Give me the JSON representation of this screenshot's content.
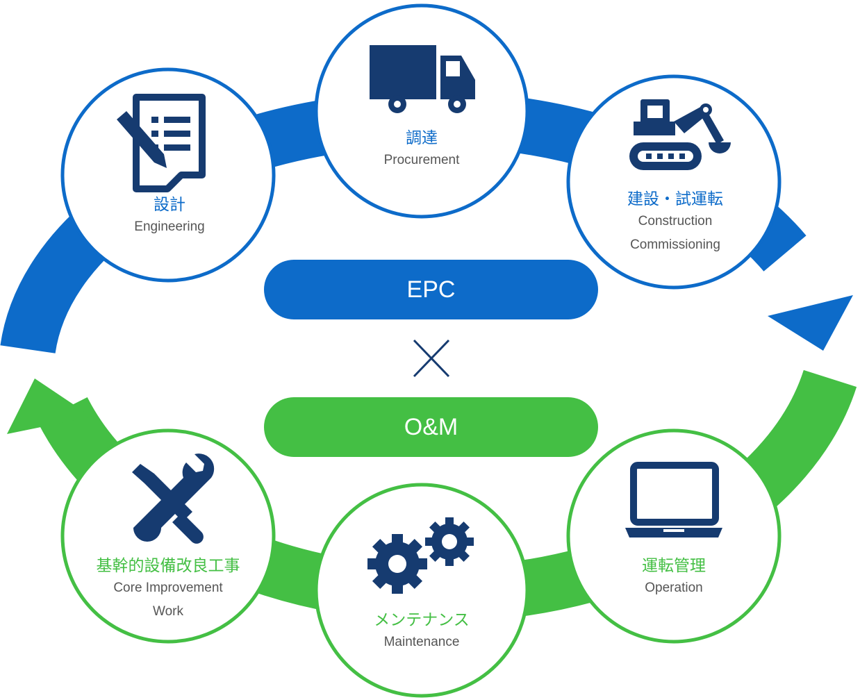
{
  "colors": {
    "epc": "#0d6bc9",
    "om": "#44bf44",
    "icon": "#163b70",
    "label_sub": "#555555"
  },
  "center": {
    "epc_label": "EPC",
    "om_label": "O&M",
    "cross_symbol": "✕"
  },
  "nodes": {
    "engineering": {
      "jp": "設計",
      "en": "Engineering",
      "icon": "document-pencil-icon"
    },
    "procurement": {
      "jp": "調達",
      "en": "Procurement",
      "icon": "truck-icon"
    },
    "construction": {
      "jp": "建設・試運転",
      "en1": "Construction",
      "en2": "Commissioning",
      "icon": "excavator-icon"
    },
    "operation": {
      "jp": "運転管理",
      "en": "Operation",
      "icon": "laptop-icon"
    },
    "maintenance": {
      "jp": "メンテナンス",
      "en": "Maintenance",
      "icon": "gears-icon"
    },
    "improvement": {
      "jp": "基幹的設備改良工事",
      "en1": "Core Improvement",
      "en2": "Work",
      "icon": "tools-icon"
    }
  }
}
